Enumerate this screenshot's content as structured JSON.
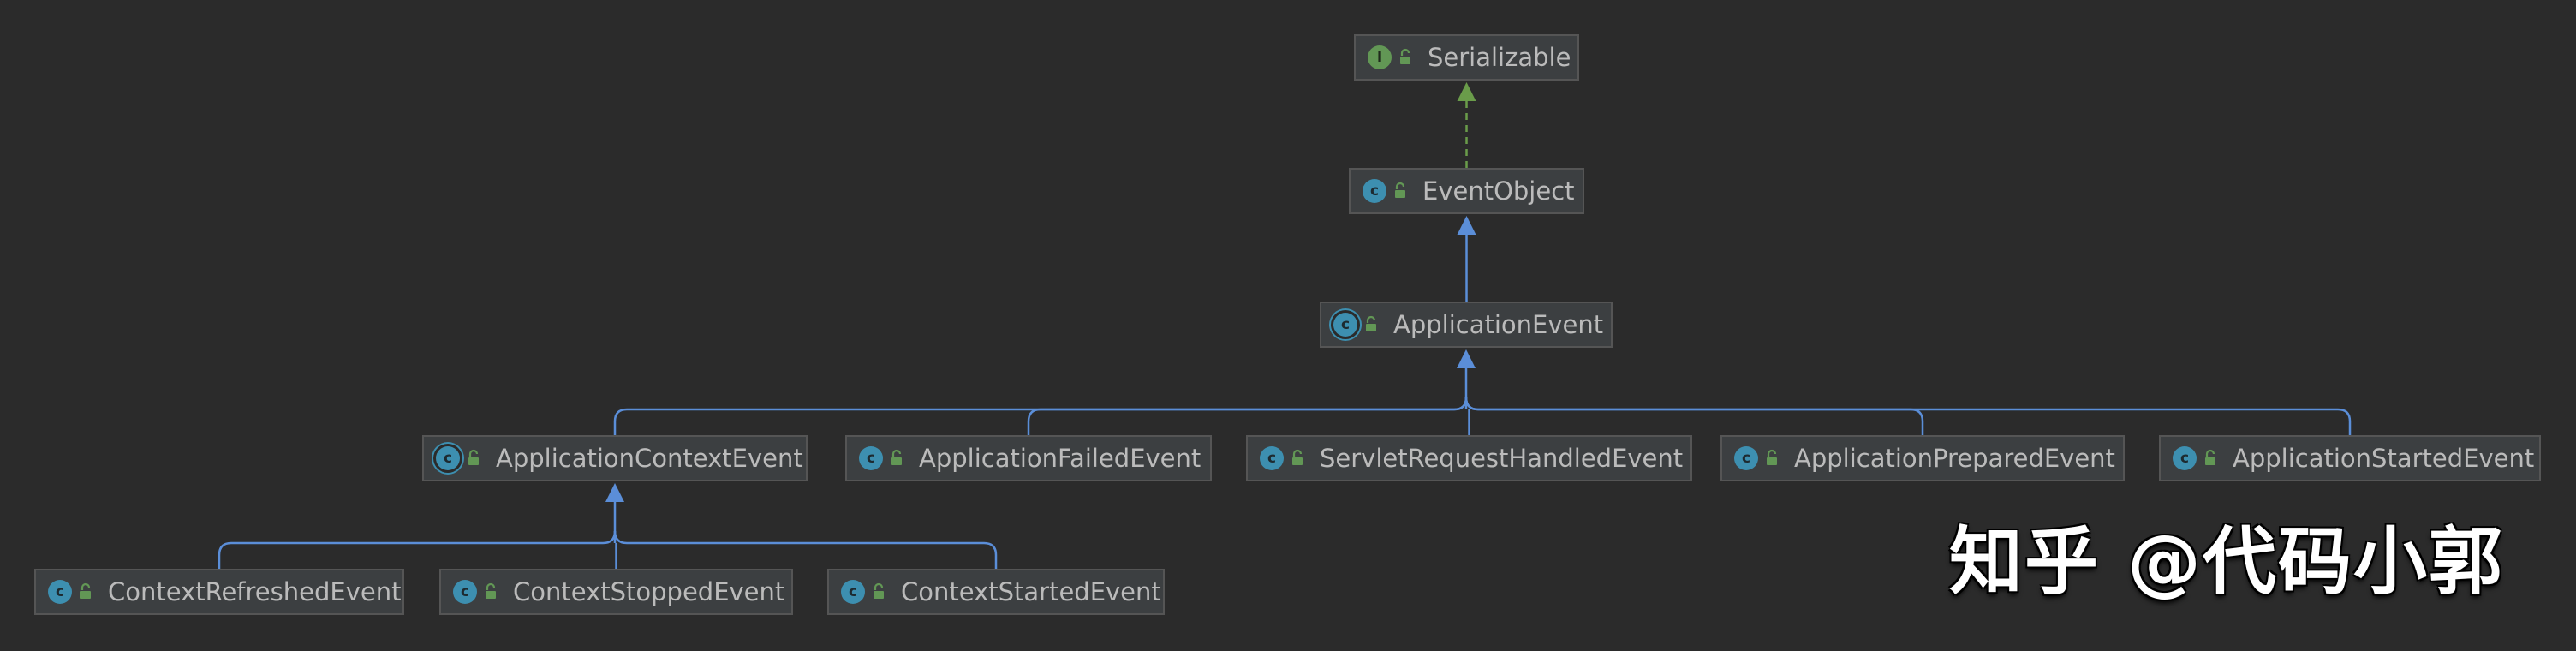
{
  "diagram": {
    "nodes": [
      {
        "id": "serializable",
        "label": "Serializable",
        "kind": "interface",
        "kind_glyph": "I"
      },
      {
        "id": "event-object",
        "label": "EventObject",
        "kind": "class",
        "kind_glyph": "c"
      },
      {
        "id": "application-event",
        "label": "ApplicationEvent",
        "kind": "abstract",
        "kind_glyph": "c"
      },
      {
        "id": "application-context-event",
        "label": "ApplicationContextEvent",
        "kind": "abstract",
        "kind_glyph": "c"
      },
      {
        "id": "application-failed-event",
        "label": "ApplicationFailedEvent",
        "kind": "class",
        "kind_glyph": "c"
      },
      {
        "id": "servlet-request-handled-event",
        "label": "ServletRequestHandledEvent",
        "kind": "class",
        "kind_glyph": "c"
      },
      {
        "id": "application-prepared-event",
        "label": "ApplicationPreparedEvent",
        "kind": "class",
        "kind_glyph": "c"
      },
      {
        "id": "application-started-event",
        "label": "ApplicationStartedEvent",
        "kind": "class",
        "kind_glyph": "c"
      },
      {
        "id": "context-refreshed-event",
        "label": "ContextRefreshedEvent",
        "kind": "class",
        "kind_glyph": "c"
      },
      {
        "id": "context-stopped-event",
        "label": "ContextStoppedEvent",
        "kind": "class",
        "kind_glyph": "c"
      },
      {
        "id": "context-started-event",
        "label": "ContextStartedEvent",
        "kind": "class",
        "kind_glyph": "c"
      }
    ],
    "relations": [
      {
        "from": "event-object",
        "to": "serializable",
        "type": "implements"
      },
      {
        "from": "application-event",
        "to": "event-object",
        "type": "extends"
      },
      {
        "from": "application-context-event",
        "to": "application-event",
        "type": "extends"
      },
      {
        "from": "application-failed-event",
        "to": "application-event",
        "type": "extends"
      },
      {
        "from": "servlet-request-handled-event",
        "to": "application-event",
        "type": "extends"
      },
      {
        "from": "application-prepared-event",
        "to": "application-event",
        "type": "extends"
      },
      {
        "from": "application-started-event",
        "to": "application-event",
        "type": "extends"
      },
      {
        "from": "context-refreshed-event",
        "to": "application-context-event",
        "type": "extends"
      },
      {
        "from": "context-stopped-event",
        "to": "application-context-event",
        "type": "extends"
      },
      {
        "from": "context-started-event",
        "to": "application-context-event",
        "type": "extends"
      }
    ]
  },
  "watermark": "知乎 @代码小郭",
  "colors": {
    "background": "#2b2b2b",
    "node_fill": "#3c3f41",
    "node_border": "#555555",
    "text": "#bbbbbb",
    "extends_edge": "#5b8ed8",
    "implements_edge": "#6a9c4a",
    "lock_icon": "#629755"
  }
}
